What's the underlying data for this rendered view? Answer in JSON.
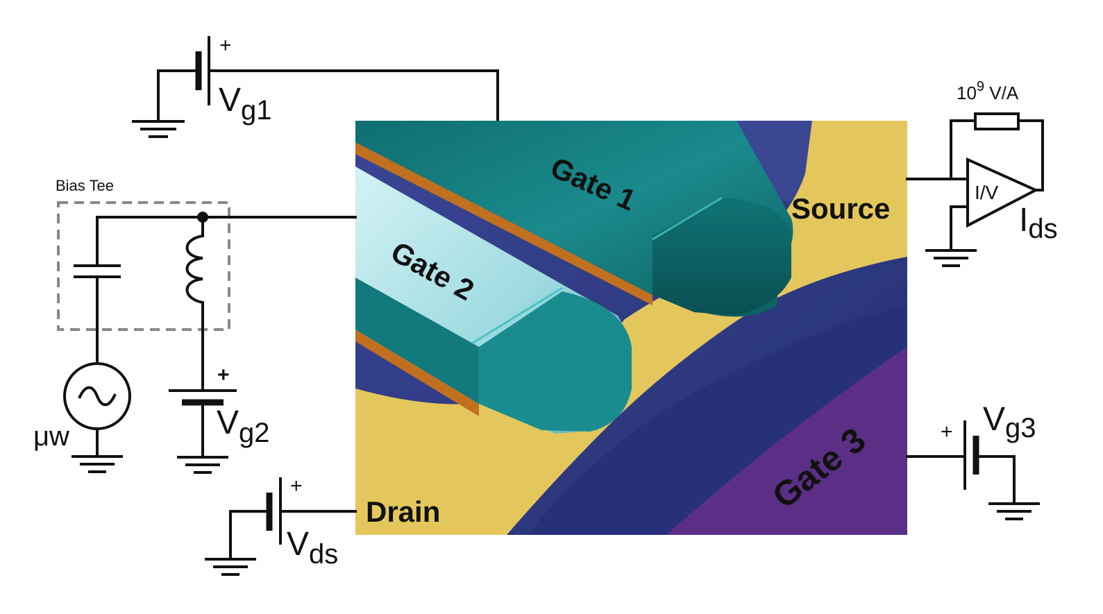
{
  "labels": {
    "vg1_main": "V",
    "vg1_sub": "g1",
    "vg2_main": "V",
    "vg2_sub": "g2",
    "vg3_main": "V",
    "vg3_sub": "g3",
    "vds_main": "V",
    "vds_sub": "ds",
    "ids_main": "I",
    "ids_sub": "ds",
    "plus": "+",
    "bias_tee": "Bias Tee",
    "microwave": "μw",
    "gain_base": "10",
    "gain_exp": "9",
    "gain_unit": " V/A",
    "amp": "I/V",
    "gate1": "Gate 1",
    "gate2": "Gate 2",
    "gate3": "Gate 3",
    "source": "Source",
    "drain": "Drain"
  },
  "colors": {
    "wire": "#111111",
    "gate_teal": "#1f8f8f",
    "gate_light": "#bfe9ec",
    "metal_gold": "#e2c45a",
    "substrate_blue": "#2c3580",
    "gate3_purple": "#5b2f86",
    "label_red": "#8b0d0d",
    "bias_tee_border": "#888888"
  }
}
